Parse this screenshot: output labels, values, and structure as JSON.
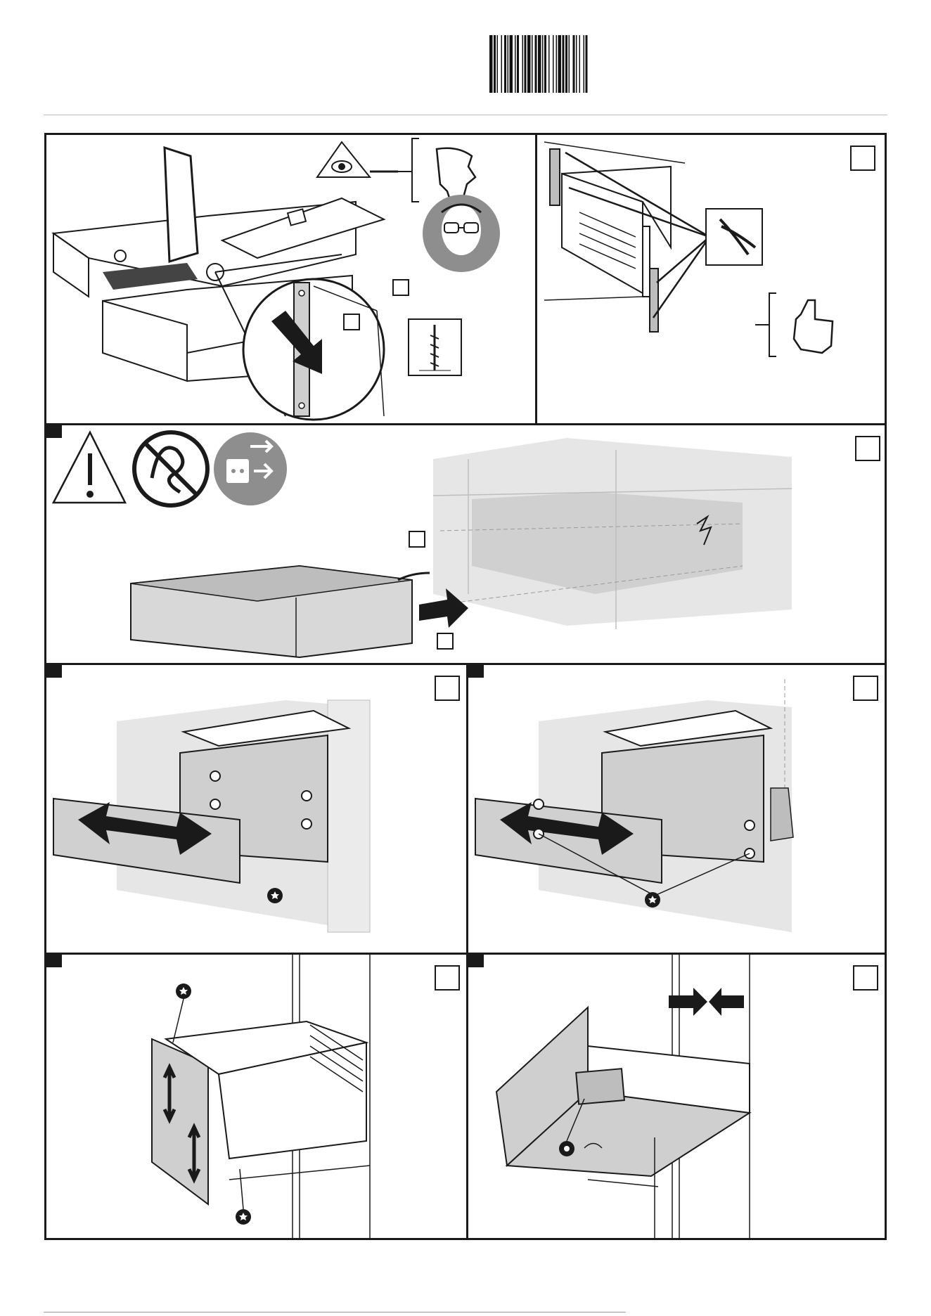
{
  "document": {
    "type": "installation-instructions",
    "panels": [
      {
        "id": "p1",
        "content": "inspect-sidewall-drill-holes",
        "checkbox_count": 2
      },
      {
        "id": "p2",
        "content": "remove-brackets-with-pliers",
        "checkbox_count": 1
      },
      {
        "id": "p3",
        "content": "electrical-safety-insert-into-niche",
        "checkbox_count": 3
      },
      {
        "id": "p4",
        "content": "screw-fastening-furniture-side-a",
        "checkbox_count": 1
      },
      {
        "id": "p5",
        "content": "screw-fastening-furniture-side-b",
        "checkbox_count": 1
      },
      {
        "id": "p6",
        "content": "front-panel-height-adjustment",
        "checkbox_count": 1
      },
      {
        "id": "p7",
        "content": "front-gap-adjustment",
        "checkbox_count": 1
      }
    ],
    "icons": [
      "barcode",
      "eye-warning-icon",
      "thumbs-down-icon",
      "safety-glasses-icon",
      "drill-bit-icon",
      "pliers-icon",
      "thumbs-up-icon",
      "warning-icon",
      "no-kinked-cable-icon",
      "unplug-icon",
      "torx-screw-icon",
      "arrows-icon"
    ],
    "colors": {
      "line": "#1a1a1a",
      "grey_fill": "#dcdcdc",
      "dark_grey": "#8e8e8e",
      "wall_grey": "#e6e6e6",
      "white": "#ffffff"
    }
  }
}
